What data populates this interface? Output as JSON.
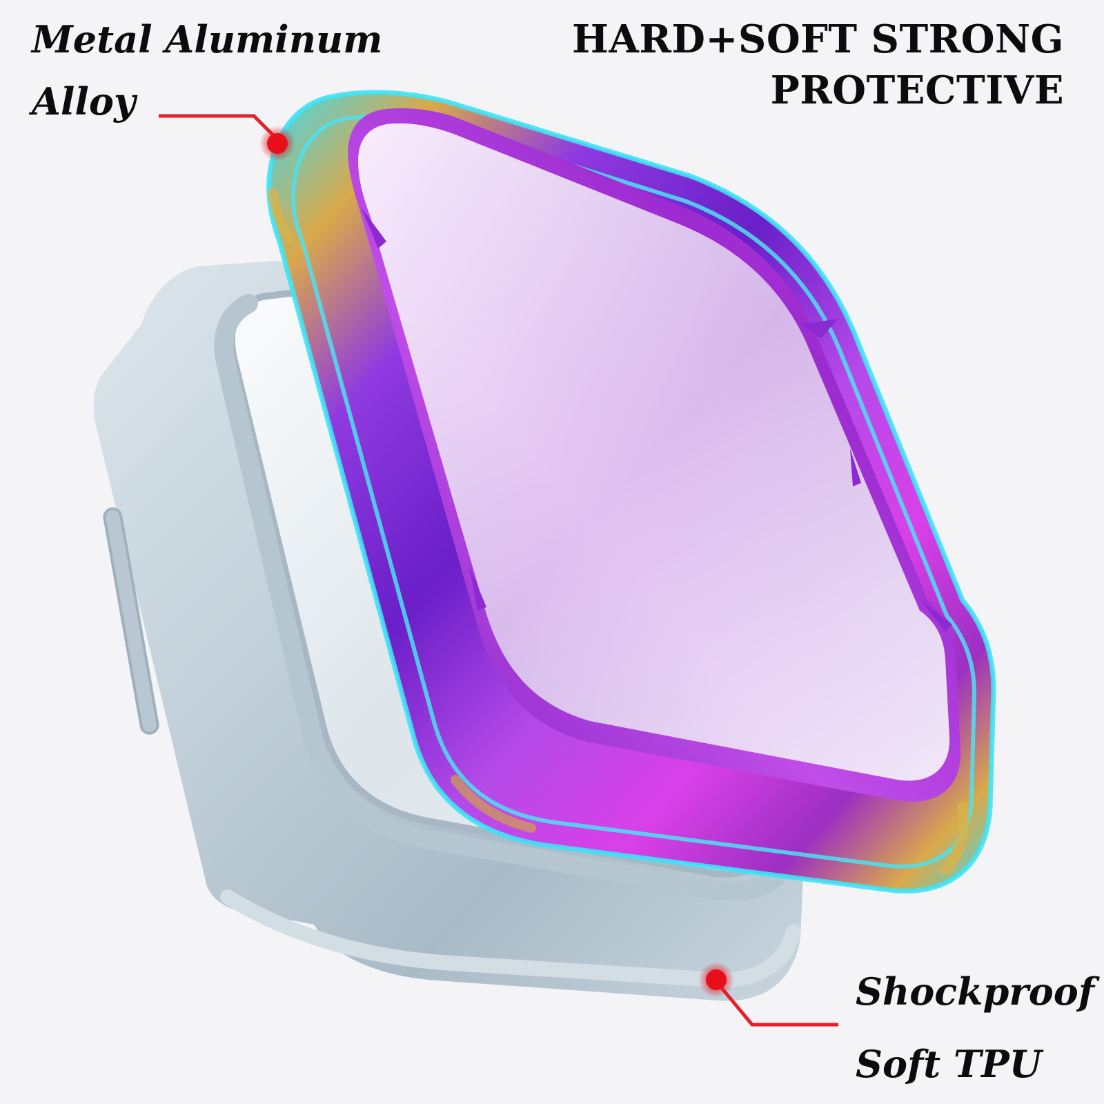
{
  "headline": {
    "line1": "HARD+SOFT STRONG",
    "line2": "PROTECTIVE"
  },
  "callouts": {
    "metal": {
      "line1": "Metal Aluminum",
      "line2": "Alloy"
    },
    "tpu": {
      "line1": "Shockproof",
      "line2": "Soft TPU"
    }
  },
  "colors": {
    "background": "#f4f4f6",
    "callout_line": "#e5202a",
    "tpu_case": "#b5c6d1",
    "frame_cyan": "#3fd9f0",
    "frame_purple": "#a13ad8",
    "frame_magenta": "#d940e8",
    "frame_gold": "#d9a94a"
  },
  "icons": {
    "metal_marker": "red-dot-marker",
    "tpu_marker": "red-dot-marker"
  }
}
